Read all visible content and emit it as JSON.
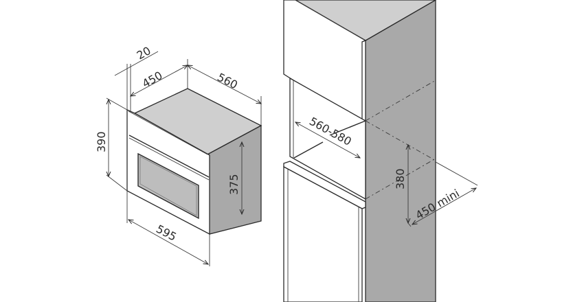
{
  "diagram": {
    "title": "Built-in oven dimensions and niche installation",
    "colors": {
      "background": "#ffffff",
      "top_face": "#cfcfcf",
      "side_face": "#a9a9a9",
      "line": "#2a2a2a",
      "text": "#2b2b2b"
    },
    "appliance": {
      "label": "oven",
      "dimensions": {
        "depth_front_panel": "20",
        "body_depth": "450",
        "total_depth": "560",
        "total_height": "390",
        "body_height": "375",
        "width": "595"
      }
    },
    "niche": {
      "label": "cabinet niche",
      "dimensions": {
        "width": "560-580",
        "height": "380",
        "depth": "450 mini"
      }
    }
  }
}
